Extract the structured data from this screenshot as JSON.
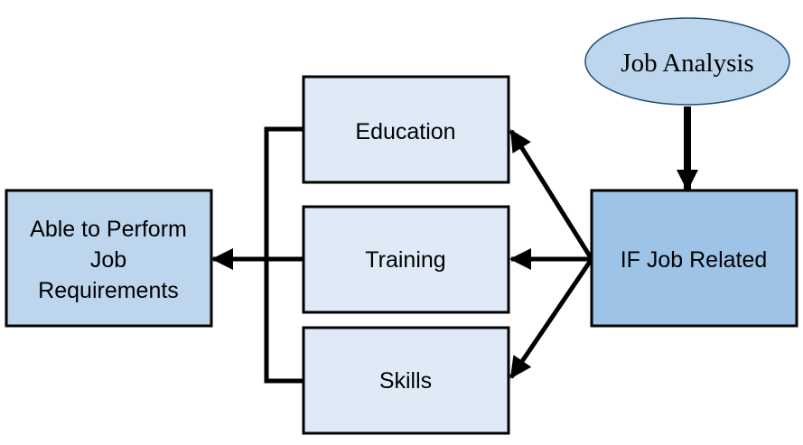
{
  "nodes": {
    "job_analysis": {
      "label": "Job Analysis",
      "fill": "#bdd6ee"
    },
    "if_job_related": {
      "label": "IF Job Related",
      "fill": "#9dc3e6"
    },
    "education": {
      "label": "Education",
      "fill": "#deebf7"
    },
    "training": {
      "label": "Training",
      "fill": "#deebf7"
    },
    "skills": {
      "label": "Skills",
      "fill": "#deebf7"
    },
    "able_to_perform": {
      "lines": [
        "Able to Perform",
        "Job",
        "Requirements"
      ],
      "fill": "#bdd6ee"
    }
  },
  "colors": {
    "stroke": "#000000",
    "background": "#ffffff"
  }
}
